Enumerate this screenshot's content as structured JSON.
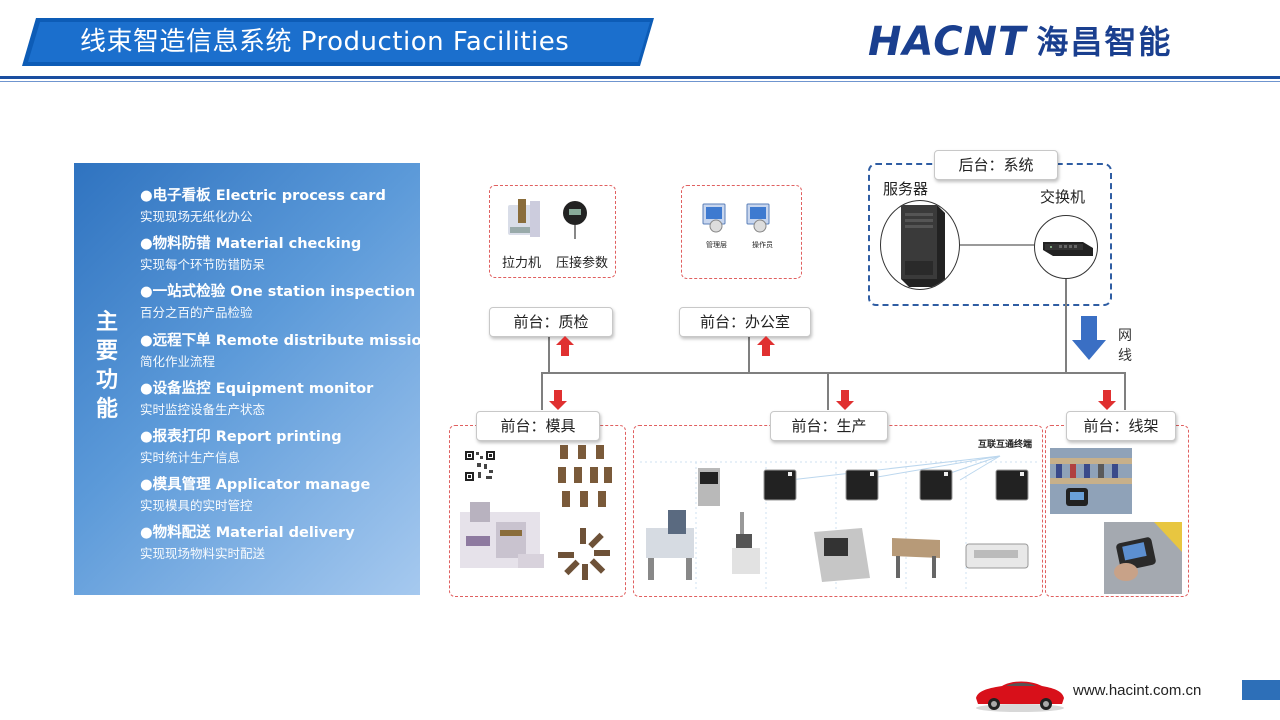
{
  "header": {
    "title": "线束智造信息系统 Production Facilities",
    "logo_en": "HACNT",
    "logo_cn": "海昌智能"
  },
  "functions": {
    "side_label": [
      "主",
      "要",
      "功",
      "能"
    ],
    "items": [
      {
        "title": "●电子看板 Electric process card",
        "desc": "实现现场无纸化办公"
      },
      {
        "title": "●物料防错 Material checking",
        "desc": "实现每个环节防错防呆"
      },
      {
        "title": "●一站式检验 One station inspection",
        "desc": "百分之百的产品检验"
      },
      {
        "title": "●远程下单 Remote distribute mission",
        "desc": "简化作业流程"
      },
      {
        "title": "●设备监控 Equipment monitor",
        "desc": "实时监控设备生产状态"
      },
      {
        "title": "●报表打印 Report printing",
        "desc": "实时统计生产信息"
      },
      {
        "title": "●模具管理 Applicator manage",
        "desc": "实现模具的实时管控"
      },
      {
        "title": "●物料配送 Material delivery",
        "desc": "实现现场物料实时配送"
      }
    ]
  },
  "diagram": {
    "backend_label": "后台：系统",
    "server_label": "服务器",
    "switch_label": "交换机",
    "network_label": "网\n线",
    "quality_node": "前台：质检",
    "office_node": "前台：办公室",
    "mold_node": "前台：模具",
    "production_node": "前台：生产",
    "rack_node": "前台：线架",
    "tensile_label": "拉力机",
    "crimp_label": "压接参数",
    "admin_label": "管理层",
    "operator_label": "操作员",
    "interconnect_label": "互联互通终端"
  },
  "footer": {
    "url": "www.hacint.com.cn"
  },
  "colors": {
    "primary": "#1a3f8f",
    "banner": "#1565c0",
    "arrow_red": "#e03030",
    "arrow_blue": "#3a6fc4"
  }
}
